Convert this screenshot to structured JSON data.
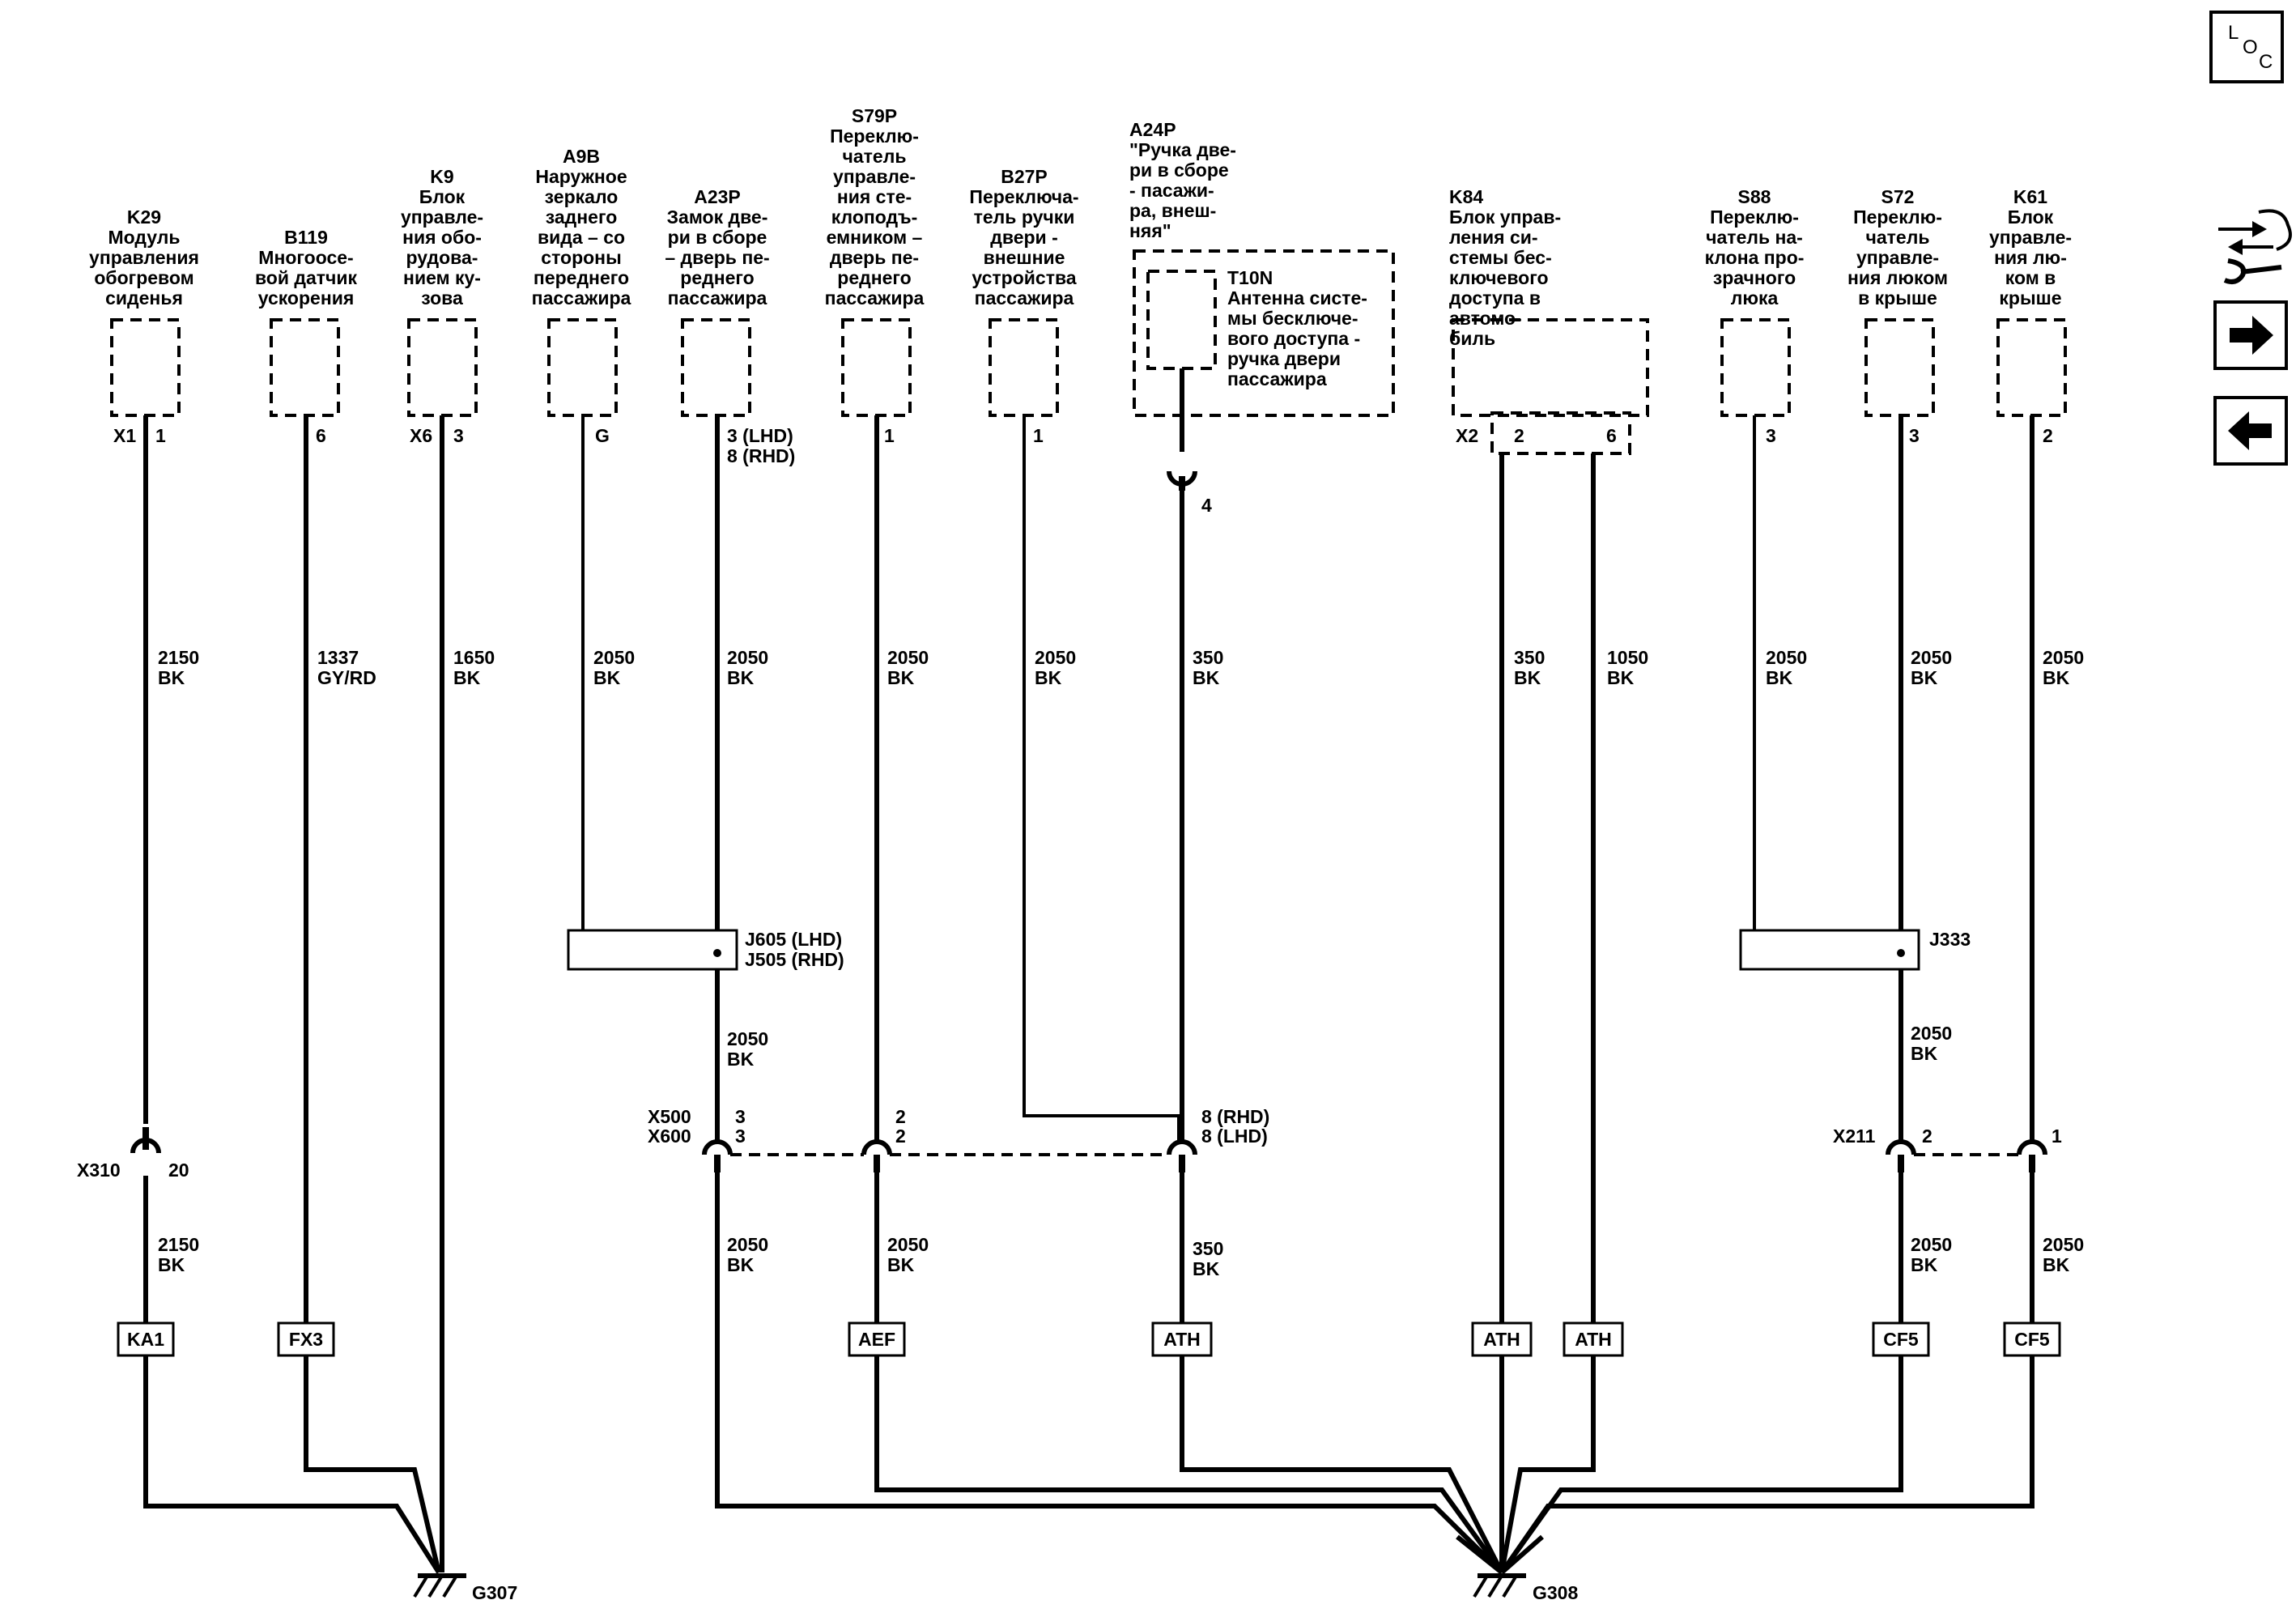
{
  "components": [
    {
      "id": "K29",
      "lines": [
        "K29",
        "Модуль",
        "управления",
        "обогревом",
        "сиденья"
      ]
    },
    {
      "id": "B119",
      "lines": [
        "B119",
        "Многоосе-",
        "вой датчик",
        "ускорения"
      ]
    },
    {
      "id": "K9",
      "lines": [
        "K9",
        "Блок",
        "управле-",
        "ния обо-",
        "рудова-",
        "нием ку-",
        "зова"
      ]
    },
    {
      "id": "A9B",
      "lines": [
        "A9B",
        "Наружное",
        "зеркало",
        "заднего",
        "вида – со",
        "стороны",
        "переднего",
        "пассажира"
      ]
    },
    {
      "id": "A23P",
      "lines": [
        "A23P",
        "Замок две-",
        "ри в сборе",
        "– дверь пе-",
        "реднего",
        "пассажира"
      ]
    },
    {
      "id": "S79P",
      "lines": [
        "S79P",
        "Переклю-",
        "чатель",
        "управле-",
        "ния сте-",
        "клоподъ-",
        "емником –",
        "дверь пе-",
        "реднего",
        "пассажира"
      ]
    },
    {
      "id": "B27P",
      "lines": [
        "B27P",
        "Переключа-",
        "тель ручки",
        "двери -",
        "внешние",
        "устройства",
        "пассажира"
      ]
    },
    {
      "id": "A24P",
      "lines": [
        "A24P",
        "\"Ручка две-",
        "ри в сборе",
        "- пасажи-",
        "ра, внеш-",
        "няя\""
      ]
    },
    {
      "id": "K84",
      "lines": [
        "K84",
        "Блок управ-",
        "ления си-",
        "стемы бес-",
        "ключевого",
        "доступа в",
        "автомо-",
        "биль"
      ]
    },
    {
      "id": "S88",
      "lines": [
        "S88",
        "Переклю-",
        "чатель на-",
        "клона про-",
        "зрачного",
        "люка"
      ]
    },
    {
      "id": "S72",
      "lines": [
        "S72",
        "Переклю-",
        "чатель",
        "управле-",
        "ния люком",
        "в крыше"
      ]
    },
    {
      "id": "K61",
      "lines": [
        "K61",
        "Блок",
        "управле-",
        "ния лю-",
        "ком в",
        "крыше"
      ]
    }
  ],
  "t10n": {
    "lines": [
      "T10N",
      "Антенна систе-",
      "мы бесключе-",
      "вого доступа -",
      "ручка двери",
      "пассажира"
    ]
  },
  "pins": [
    {
      "connector": "X1",
      "pin": "1"
    },
    {
      "connector": "",
      "pin": "6"
    },
    {
      "connector": "X6",
      "pin": "3"
    },
    {
      "connector": "",
      "pin": "G"
    },
    {
      "connector": "",
      "pin": "3 (LHD)",
      "pin2": "8 (RHD)"
    },
    {
      "connector": "",
      "pin": "1"
    },
    {
      "connector": "",
      "pin": "1"
    },
    {
      "connector": "",
      "pin": "4"
    },
    {
      "connector": "X2",
      "pin": "2"
    },
    {
      "connector": "",
      "pin": "6"
    },
    {
      "connector": "",
      "pin": "3"
    },
    {
      "connector": "",
      "pin": "3"
    },
    {
      "connector": "",
      "pin": "2"
    }
  ],
  "wires_upper": [
    {
      "size": "2150",
      "color": "BK"
    },
    {
      "size": "1337",
      "color": "GY/RD"
    },
    {
      "size": "1650",
      "color": "BK"
    },
    {
      "size": "2050",
      "color": "BK"
    },
    {
      "size": "2050",
      "color": "BK"
    },
    {
      "size": "2050",
      "color": "BK"
    },
    {
      "size": "2050",
      "color": "BK"
    },
    {
      "size": "350",
      "color": "BK"
    },
    {
      "size": "350",
      "color": "BK"
    },
    {
      "size": "1050",
      "color": "BK"
    },
    {
      "size": "2050",
      "color": "BK"
    },
    {
      "size": "2050",
      "color": "BK"
    },
    {
      "size": "2050",
      "color": "BK"
    }
  ],
  "splices": {
    "j605": {
      "line1": "J605 (LHD)",
      "line2": "J505 (RHD)"
    },
    "j333": {
      "label": "J333"
    },
    "j605_out": {
      "size": "2050",
      "color": "BK"
    },
    "j333_out": {
      "size": "2050",
      "color": "BK"
    }
  },
  "inline": {
    "x310": {
      "connector": "X310",
      "pin": "20"
    },
    "x500": {
      "connector_1": "X500",
      "connector_2": "X600",
      "a23p_1": "3",
      "a23p_2": "3",
      "s79p_1": "2",
      "s79p_2": "2",
      "a24p_1": "8 (RHD)",
      "a24p_2": "8 (LHD)"
    },
    "x211": {
      "connector": "X211",
      "pin_s72": "2",
      "pin_k61": "1"
    }
  },
  "wires_lower": [
    {
      "size": "2150",
      "color": "BK"
    },
    {
      "size": "2050",
      "color": "BK"
    },
    {
      "size": "2050",
      "color": "BK"
    },
    {
      "size": "350",
      "color": "BK"
    },
    {
      "size": "2050",
      "color": "BK"
    },
    {
      "size": "2050",
      "color": "BK"
    }
  ],
  "tags": [
    "KA1",
    "FX3",
    "AEF",
    "ATH",
    "ATH",
    "ATH",
    "CF5",
    "CF5"
  ],
  "grounds": {
    "g307": "G307",
    "g308": "G308"
  },
  "nav": {
    "loc_l": "L",
    "loc_o": "O",
    "loc_c": "C"
  }
}
